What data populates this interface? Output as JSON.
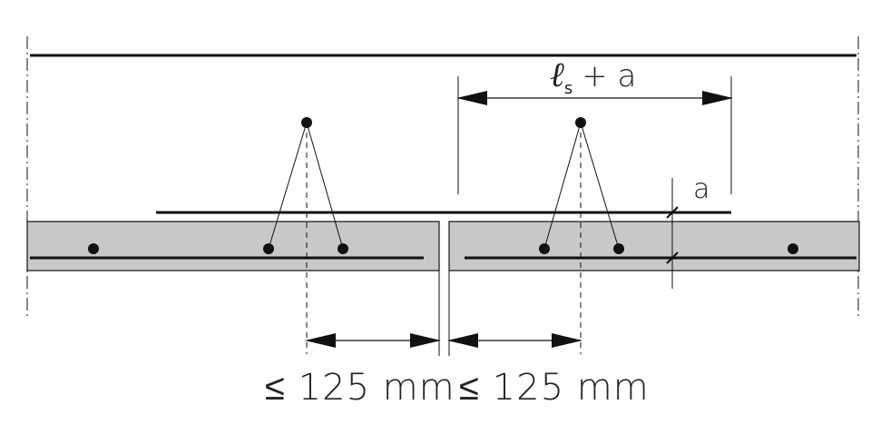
{
  "diagram": {
    "colors": {
      "slab_fill": "#c8c8c8",
      "line": "#111111",
      "dimension": "#111111"
    },
    "labels": {
      "lap_length_symbol": "ℓ",
      "lap_length_subscript": "s",
      "lap_length_suffix": "+ a",
      "offset_label": "a",
      "left_limit": "≤ 125 mm",
      "right_limit": "≤ 125 mm"
    }
  }
}
